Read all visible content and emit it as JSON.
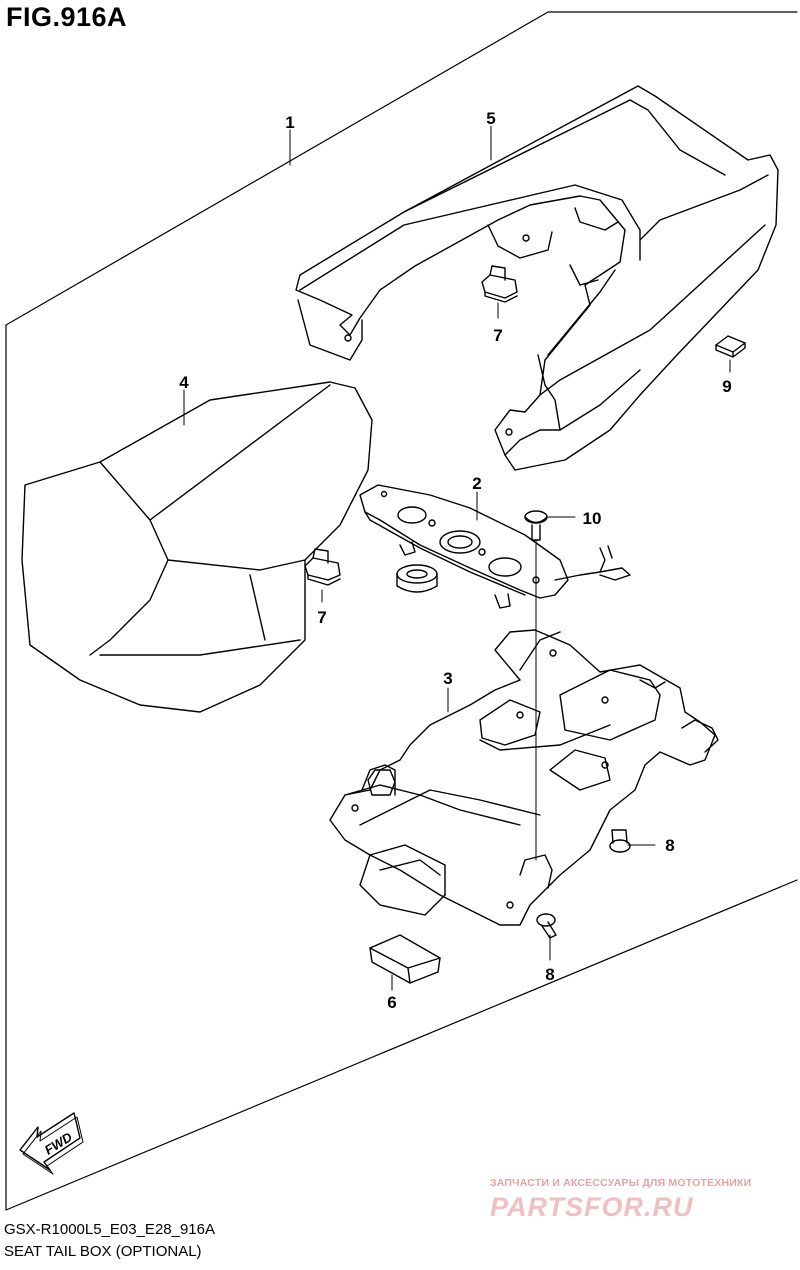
{
  "figure": {
    "title": "FIG.916A",
    "model_code": "GSX-R1000L5_E03_E28_916A",
    "section_name": "SEAT TAIL BOX (OPTIONAL)"
  },
  "callouts": [
    "1",
    "5",
    "7",
    "9",
    "4",
    "2",
    "10",
    "7",
    "3",
    "8",
    "8",
    "6"
  ],
  "fwd_label": "FWD",
  "watermark": {
    "caption": "ЗАПЧАСТИ И АКСЕССУАРЫ ДЛЯ МОТОТЕХНИКИ",
    "logo": "PARTSFOR.RU"
  }
}
